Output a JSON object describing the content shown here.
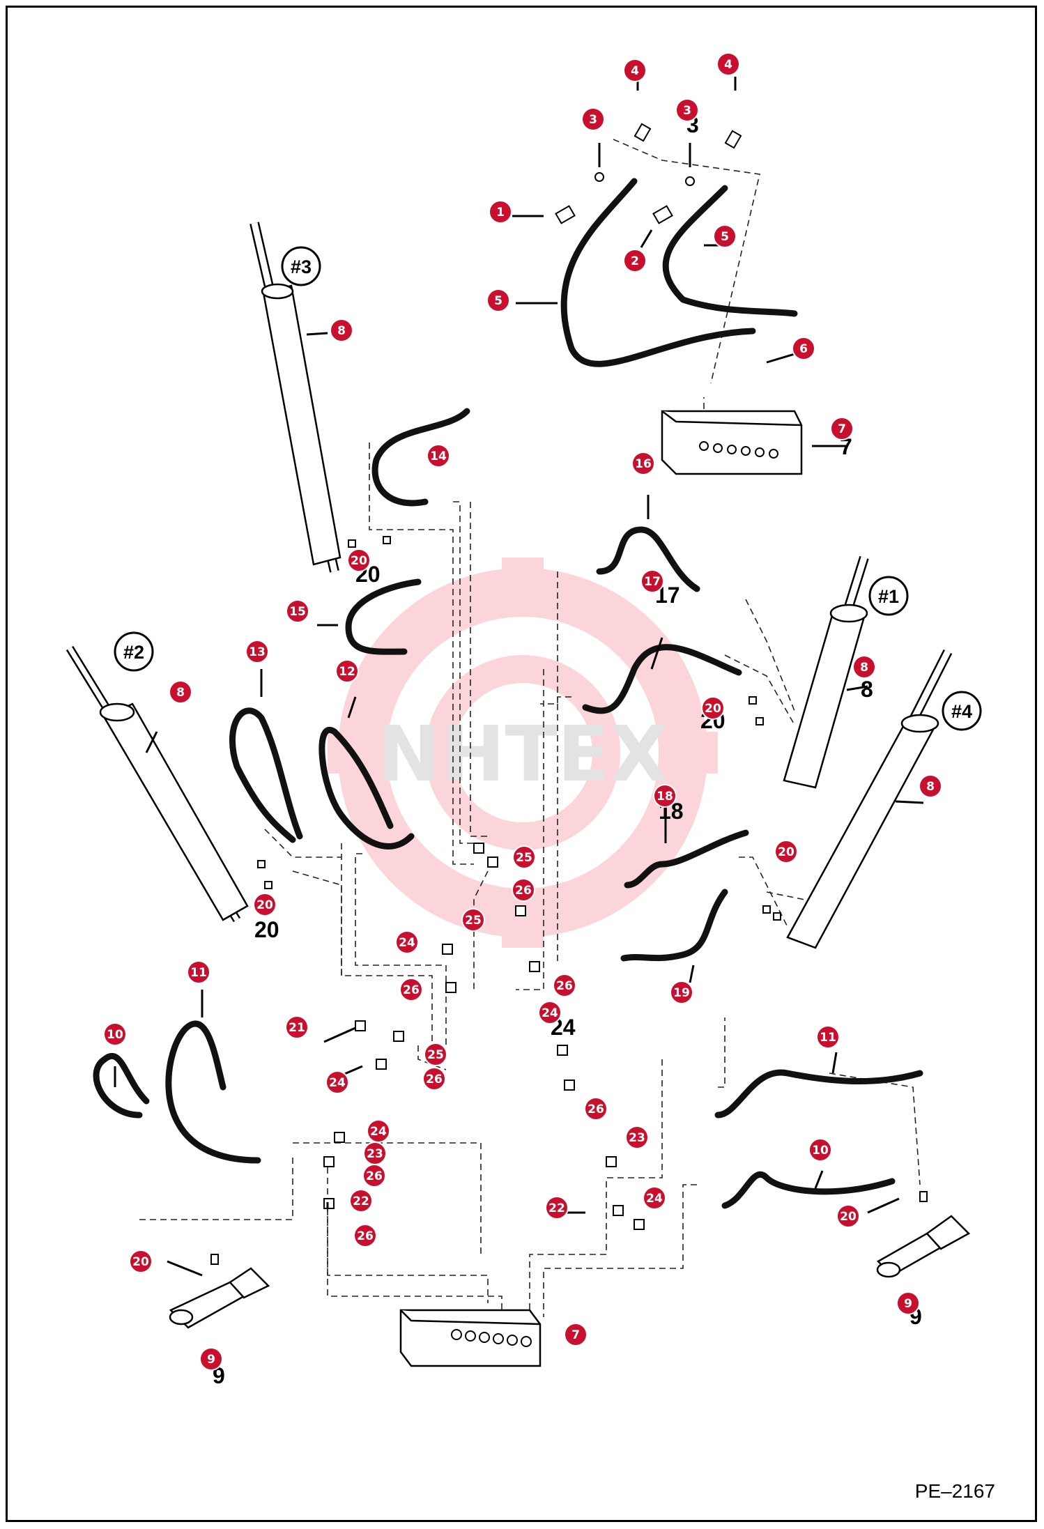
{
  "figure_code": "PE–2167",
  "watermark_text": "NHTEX",
  "colors": {
    "callout": "#c8102e",
    "line": "#000000",
    "watermark": "#e8001c"
  },
  "cylinder_tags": [
    {
      "id": "c3",
      "label": "#3"
    },
    {
      "id": "c2",
      "label": "#2"
    },
    {
      "id": "c1",
      "label": "#1"
    },
    {
      "id": "c4",
      "label": "#4"
    }
  ],
  "callouts": [
    {
      "id": "k1",
      "n": "1"
    },
    {
      "id": "k2",
      "n": "2"
    },
    {
      "id": "k3a",
      "n": "3"
    },
    {
      "id": "k3b",
      "n": "3"
    },
    {
      "id": "k4a",
      "n": "4"
    },
    {
      "id": "k4b",
      "n": "4"
    },
    {
      "id": "k5a",
      "n": "5"
    },
    {
      "id": "k5b",
      "n": "5"
    },
    {
      "id": "k6",
      "n": "6"
    },
    {
      "id": "k7a",
      "n": "7"
    },
    {
      "id": "k7b",
      "n": "7"
    },
    {
      "id": "k8a",
      "n": "8"
    },
    {
      "id": "k8b",
      "n": "8"
    },
    {
      "id": "k8c",
      "n": "8"
    },
    {
      "id": "k8d",
      "n": "8"
    },
    {
      "id": "k9a",
      "n": "9"
    },
    {
      "id": "k9b",
      "n": "9"
    },
    {
      "id": "k10a",
      "n": "10"
    },
    {
      "id": "k10b",
      "n": "10"
    },
    {
      "id": "k11a",
      "n": "11"
    },
    {
      "id": "k11b",
      "n": "11"
    },
    {
      "id": "k12",
      "n": "12"
    },
    {
      "id": "k13",
      "n": "13"
    },
    {
      "id": "k14",
      "n": "14"
    },
    {
      "id": "k15",
      "n": "15"
    },
    {
      "id": "k16",
      "n": "16"
    },
    {
      "id": "k17",
      "n": "17"
    },
    {
      "id": "k18",
      "n": "18"
    },
    {
      "id": "k19",
      "n": "19"
    },
    {
      "id": "k20a",
      "n": "20"
    },
    {
      "id": "k20b",
      "n": "20"
    },
    {
      "id": "k20c",
      "n": "20"
    },
    {
      "id": "k20d",
      "n": "20"
    },
    {
      "id": "k20e",
      "n": "20"
    },
    {
      "id": "k20f",
      "n": "20"
    },
    {
      "id": "k21",
      "n": "21"
    },
    {
      "id": "k22a",
      "n": "22"
    },
    {
      "id": "k22b",
      "n": "22"
    },
    {
      "id": "k23a",
      "n": "23"
    },
    {
      "id": "k23b",
      "n": "23"
    },
    {
      "id": "k24a",
      "n": "24"
    },
    {
      "id": "k24b",
      "n": "24"
    },
    {
      "id": "k24c",
      "n": "24"
    },
    {
      "id": "k24d",
      "n": "24"
    },
    {
      "id": "k24e",
      "n": "24"
    },
    {
      "id": "k25a",
      "n": "25"
    },
    {
      "id": "k25b",
      "n": "25"
    },
    {
      "id": "k25c",
      "n": "25"
    },
    {
      "id": "k26a",
      "n": "26"
    },
    {
      "id": "k26b",
      "n": "26"
    },
    {
      "id": "k26c",
      "n": "26"
    },
    {
      "id": "k26d",
      "n": "26"
    },
    {
      "id": "k26e",
      "n": "26"
    },
    {
      "id": "k26f",
      "n": "26"
    },
    {
      "id": "k26g",
      "n": "26"
    }
  ],
  "printed_labels": [
    {
      "id": "p20a",
      "text": "20"
    },
    {
      "id": "p20b",
      "text": "20"
    },
    {
      "id": "p20c",
      "text": "20"
    },
    {
      "id": "p17",
      "text": "17"
    },
    {
      "id": "p18",
      "text": "18"
    },
    {
      "id": "p24",
      "text": "24"
    },
    {
      "id": "p8",
      "text": "8"
    },
    {
      "id": "p7",
      "text": "7"
    },
    {
      "id": "p9a",
      "text": "9"
    },
    {
      "id": "p9b",
      "text": "9"
    },
    {
      "id": "p3",
      "text": "3"
    }
  ]
}
